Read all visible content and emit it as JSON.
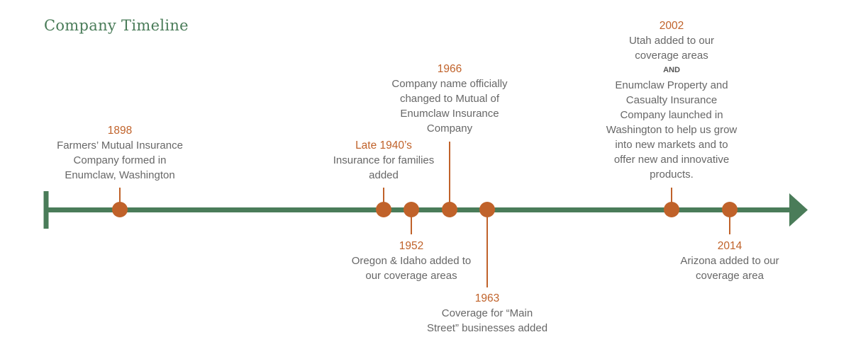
{
  "title": "Company Timeline",
  "colors": {
    "line": "#4a7c59",
    "dot": "#c0622a",
    "text": "#676767"
  },
  "events": [
    {
      "year": "1898",
      "lines": [
        "Farmers’ Mutual Insurance",
        "Company formed in",
        "Enumclaw, Washington"
      ]
    },
    {
      "year": "Late 1940’s",
      "lines": [
        "Insurance for families",
        "added"
      ]
    },
    {
      "year": "1952",
      "lines": [
        "Oregon & Idaho added to",
        "our coverage areas"
      ]
    },
    {
      "year": "1966",
      "lines": [
        "Company name officially",
        "changed to Mutual of",
        "Enumclaw Insurance",
        "Company"
      ]
    },
    {
      "year": "1963",
      "lines": [
        "Coverage for “Main",
        "Street” businesses added"
      ]
    },
    {
      "year": "2002",
      "lines": [
        "Utah added to our",
        "coverage areas"
      ],
      "conjunction": "AND",
      "lines2": [
        "Enumclaw Property and",
        "Casualty Insurance",
        "Company launched in",
        "Washington to help us grow",
        "into new markets and to",
        "offer new and innovative",
        "products."
      ]
    },
    {
      "year": "2014",
      "lines": [
        "Arizona added to our",
        "coverage area"
      ]
    }
  ]
}
